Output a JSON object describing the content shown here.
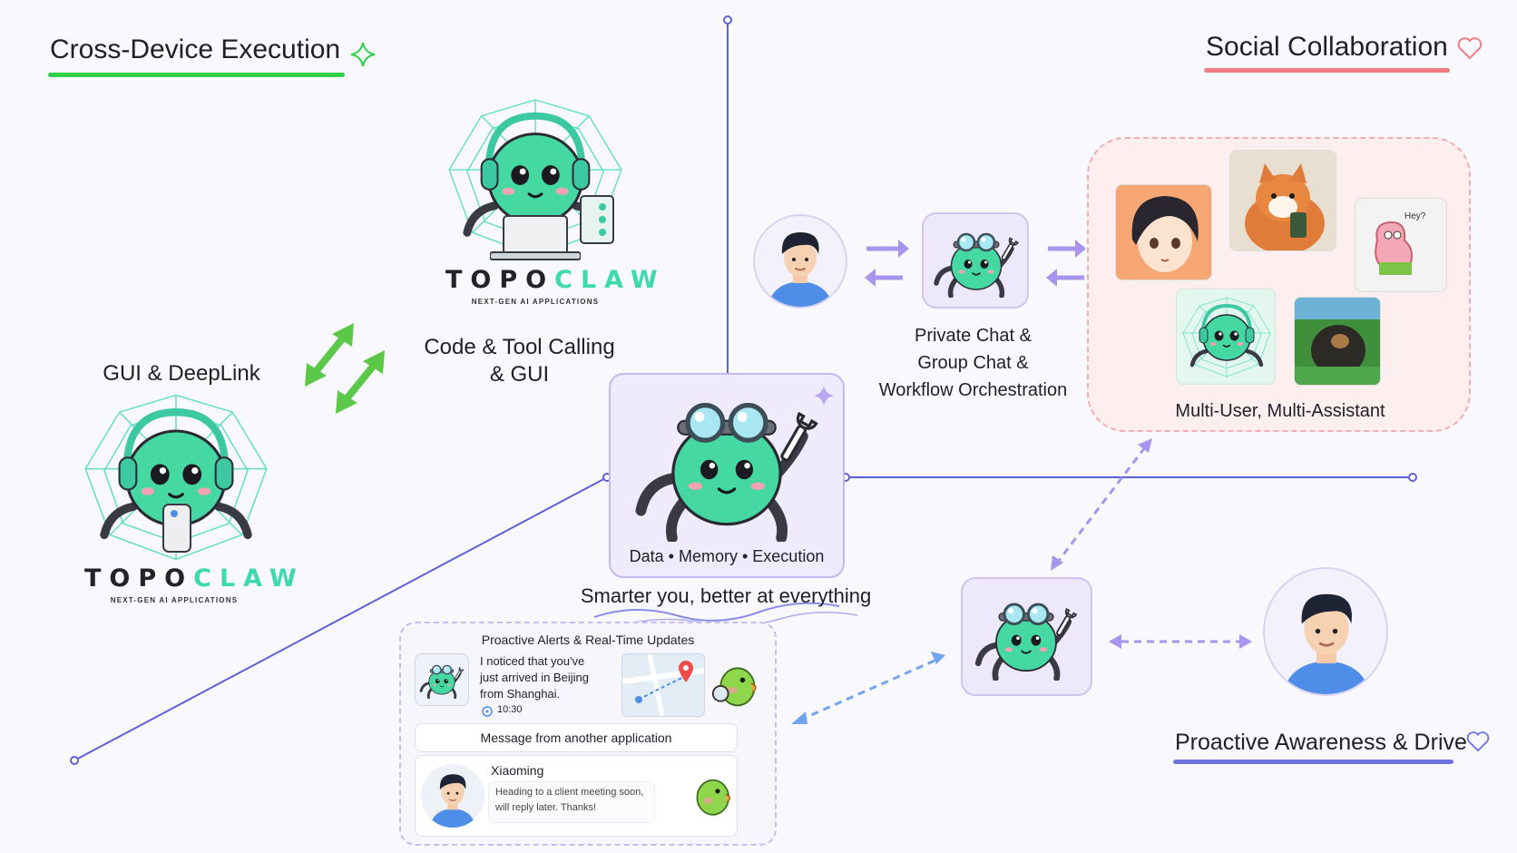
{
  "headings": {
    "cross_device": "Cross-Device Execution",
    "social": "Social Collaboration",
    "proactive": "Proactive Awareness & Drive"
  },
  "labels": {
    "gui_deeplink": "GUI & DeepLink",
    "code_tool_line1": "Code & Tool Calling",
    "code_tool_line2": "& GUI",
    "private_chat_line1": "Private Chat &",
    "private_chat_line2": "Group Chat &",
    "private_chat_line3": "Workflow Orchestration",
    "multi_user": "Multi-User, Multi-Assistant",
    "center_caption": "Data • Memory • Execution",
    "tagline": "Smarter you, better at everything"
  },
  "logo": {
    "word_dark": "TOPO",
    "word_teal": "CLAW",
    "subtitle": "NEXT-GEN AI APPLICATIONS"
  },
  "thumbs": {
    "hey_bubble": "Hey?"
  },
  "alerts_panel": {
    "title": "Proactive Alerts & Real-Time Updates",
    "message_line1": "I noticed that you've",
    "message_line2": "just arrived in Beijing",
    "message_line3": "from Shanghai.",
    "time": "10:30",
    "other_app_title": "Message from another application",
    "sender": "Xiaoming",
    "sender_msg_line1": "Heading to a client meeting soon,",
    "sender_msg_line2": "will reply later. Thanks!"
  },
  "colors": {
    "accent_green": "#2fd14a",
    "accent_red": "#f07d84",
    "accent_blue": "#6f73e6",
    "axis": "#5e61d6",
    "arrow_purple": "#a896ee",
    "arrow_blue": "#72a5ef",
    "teal": "#3fd9b0"
  },
  "icons": [
    "sparkle-icon",
    "heart-icon",
    "double-arrow-icon",
    "map-pin-icon",
    "clock-icon",
    "magnifier-icon"
  ]
}
